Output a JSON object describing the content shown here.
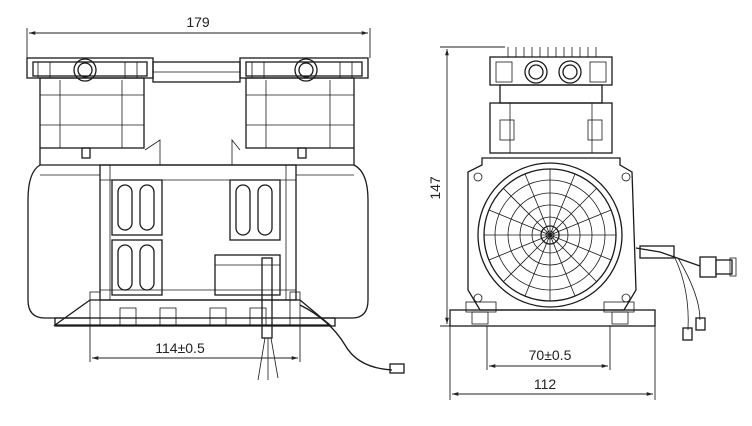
{
  "dimensions": {
    "front_width": "179",
    "front_mount_spacing": "114±0.5",
    "side_height": "147",
    "side_mount_spacing": "70±0.5",
    "side_width": "112"
  }
}
